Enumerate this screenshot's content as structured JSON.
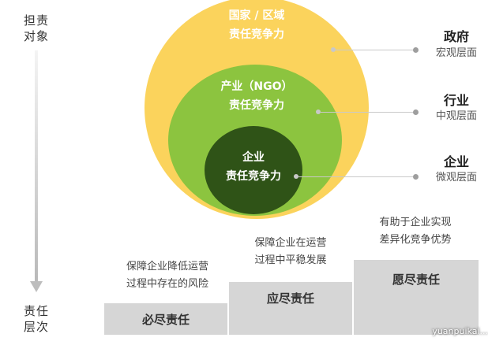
{
  "axis": {
    "top_line1": "担责",
    "top_line2": "对象",
    "bottom_line1": "责任",
    "bottom_line2": "层次"
  },
  "circles": {
    "outer": {
      "line1": "国家 / 区域",
      "line2": "责任竞争力",
      "color": "#fbd35c"
    },
    "middle": {
      "line1": "产业（NGO）",
      "line2": "责任竞争力",
      "color": "#8cc43f"
    },
    "inner": {
      "line1": "企业",
      "line2": "责任竞争力",
      "color": "#2f5317"
    }
  },
  "right_labels": [
    {
      "title": "政府",
      "sub": "宏观层面"
    },
    {
      "title": "行业",
      "sub": "中观层面"
    },
    {
      "title": "企业",
      "sub": "微观层面"
    }
  ],
  "steps": [
    {
      "label": "必尽责任",
      "desc_line1": "保障企业降低运营",
      "desc_line2": "过程中存在的风险"
    },
    {
      "label": "应尽责任",
      "desc_line1": "保障企业在运营",
      "desc_line2": "过程中平稳发展"
    },
    {
      "label": "愿尽责任",
      "desc_line1": "有助于企业实现",
      "desc_line2": "差异化竞争优势"
    }
  ],
  "watermark": "yuanpuikai..."
}
